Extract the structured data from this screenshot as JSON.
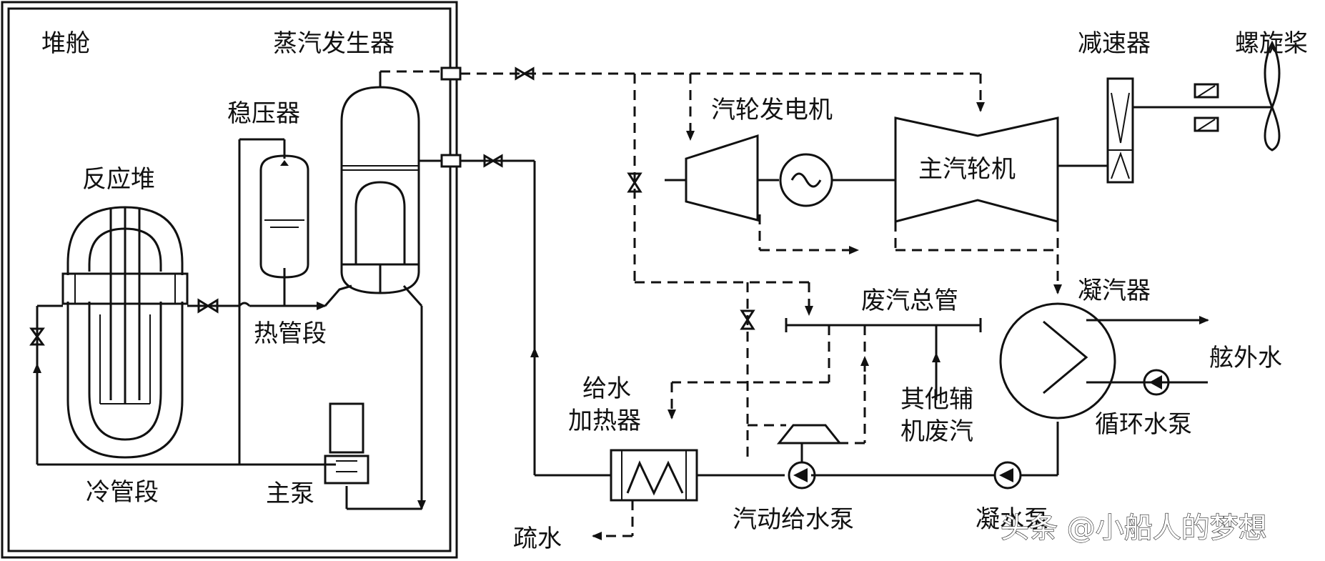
{
  "labels": {
    "reactor_compartment": "堆舱",
    "steam_generator": "蒸汽发生器",
    "pressurizer": "稳压器",
    "reactor": "反应堆",
    "hot_leg": "热管段",
    "cold_leg": "冷管段",
    "main_pump": "主泵",
    "turbo_generator": "汽轮发电机",
    "main_turbine": "主汽轮机",
    "reducer": "减速器",
    "propeller": "螺旋桨",
    "exhaust_header": "废汽总管",
    "condenser": "凝汽器",
    "seawater": "舷外水",
    "circulating_pump": "循环水泵",
    "feedwater_heater_line1": "给水",
    "feedwater_heater_line2": "加热器",
    "other_aux_line1": "其他辅",
    "other_aux_line2": "机废汽",
    "drain": "疏水",
    "steam_feed_pump": "汽动给水泵",
    "condensate_pump": "凝水泵"
  },
  "watermark": "头条 @小船人的梦想"
}
